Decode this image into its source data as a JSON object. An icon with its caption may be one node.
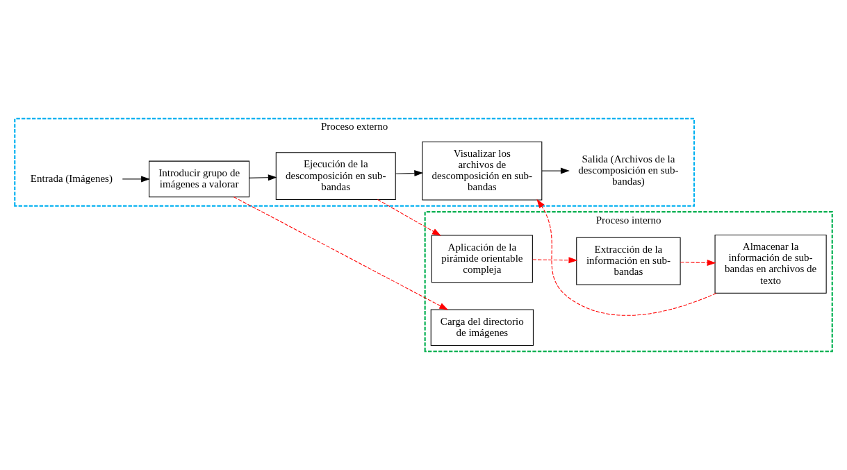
{
  "diagram": {
    "nodes": [
      {
        "text": [
          "Proceso externo"
        ]
      },
      {
        "text": [
          "Entrada (Imágenes)"
        ],
        "in": 0
      },
      {
        "text": [
          "Introducir grupo de imágenes a valorar"
        ],
        "in": 0
      },
      {
        "text": [
          "Ejecución de la descomposición en sub-bandas"
        ],
        "in": 0
      },
      {
        "text": [
          "Visualizar los archivos de descomposición en sub-bandas"
        ],
        "in": 0
      },
      {
        "text": [
          "Salida (Archivos de la descomposición en sub-bandas)"
        ],
        "in": 0
      },
      {
        "text": [
          "Proceso interno"
        ]
      },
      {
        "text": [
          "Carga del directorio de imágenes"
        ],
        "in": 6
      },
      {
        "text": [
          "Aplicación de la pirámide orientable compleja"
        ],
        "in": 6
      },
      {
        "text": [
          "Extracción de la información en sub-bandas"
        ],
        "in": 6
      },
      {
        "text": [
          "Almacenar la información de sub-bandas en archivos de texto"
        ],
        "in": 6
      }
    ],
    "edges": [
      {
        "from": 1,
        "to": 2,
        "arrow": "to",
        "color": "#000000"
      },
      {
        "from": 2,
        "to": 3,
        "arrow": "to",
        "color": "#000000"
      },
      {
        "from": 3,
        "to": 4,
        "arrow": "to",
        "color": "#000000"
      },
      {
        "from": 4,
        "to": 5,
        "arrow": "to",
        "color": "#000000"
      },
      {
        "from": 2,
        "to": 7,
        "arrow": "to",
        "style": "dashed"
      },
      {
        "from": 3,
        "to": 8,
        "arrow": "to",
        "style": "dashed"
      },
      {
        "from": 8,
        "to": 9,
        "arrow": "to",
        "style": "dashed"
      },
      {
        "from": 9,
        "to": 10,
        "arrow": "to",
        "style": "dashed"
      },
      {
        "from": 10,
        "to": 4,
        "arrow": "to",
        "style": "dashed"
      }
    ]
  }
}
